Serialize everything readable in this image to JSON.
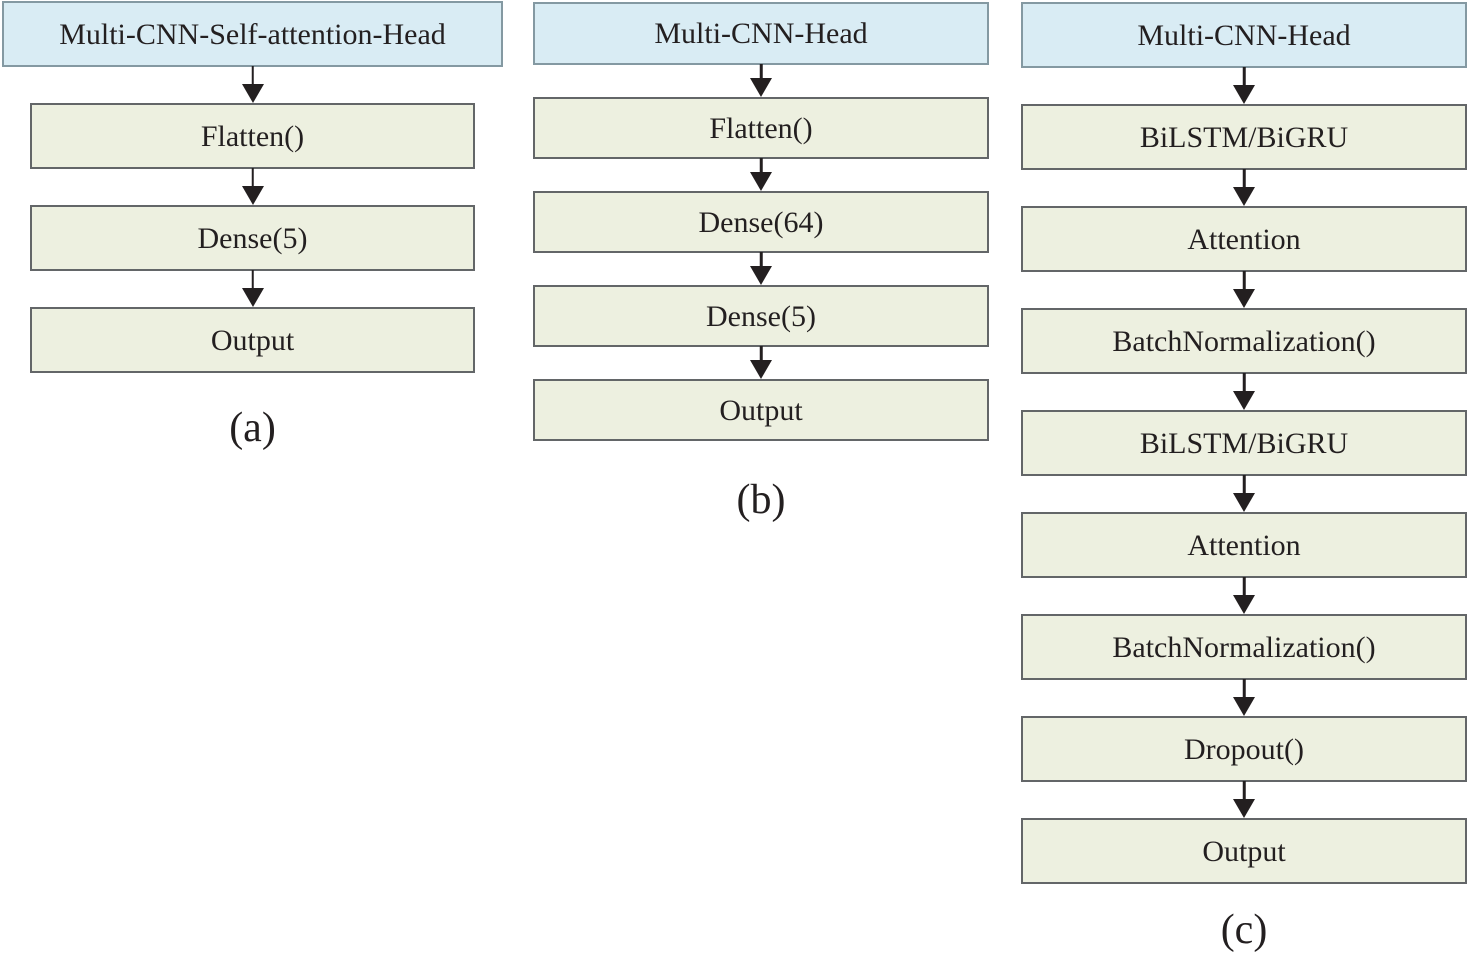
{
  "figure": {
    "columns": [
      {
        "caption": "(a)",
        "header": "Multi-CNN-Self-attention-Head",
        "boxes": [
          "Flatten()",
          "Dense(5)",
          "Output"
        ]
      },
      {
        "caption": "(b)",
        "header": "Multi-CNN-Head",
        "boxes": [
          "Flatten()",
          "Dense(64)",
          "Dense(5)",
          "Output"
        ]
      },
      {
        "caption": "(c)",
        "header": "Multi-CNN-Head",
        "boxes": [
          "BiLSTM/BiGRU",
          "Attention",
          "BatchNormalization()",
          "BiLSTM/BiGRU",
          "Attention",
          "BatchNormalization()",
          "Dropout()",
          "Output"
        ]
      }
    ],
    "colors": {
      "header_fill": "#d9ecf4",
      "header_border": "#8499a2",
      "layer_fill": "#edf0e0",
      "layer_border": "#636668",
      "arrow": "#231f20",
      "text": "#231f20"
    }
  }
}
